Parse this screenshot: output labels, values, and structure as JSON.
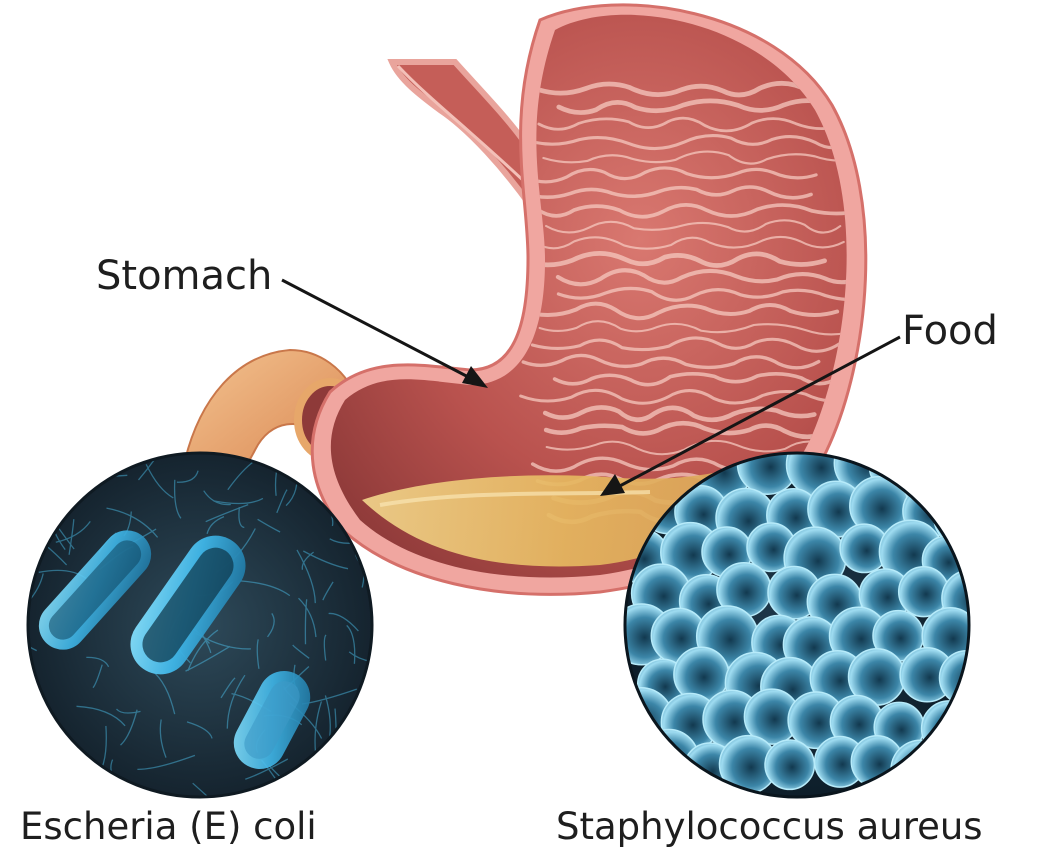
{
  "labels": {
    "stomach": "Stomach",
    "food": "Food",
    "ecoli": "Escheria (E) coli",
    "staph": "Staphylococcus aureus"
  },
  "colors": {
    "stomach_lining": "#b9524e",
    "stomach_wall": "#f0a6a0",
    "food": "#e8c170",
    "duodenum": "#e7a76a",
    "ecoli_bacteria": "#4fc6f2",
    "ecoli_background": "#1b2d3a",
    "staph_cocci": "#8dd0ea",
    "staph_background": "#102636",
    "leader_line": "#151515"
  }
}
